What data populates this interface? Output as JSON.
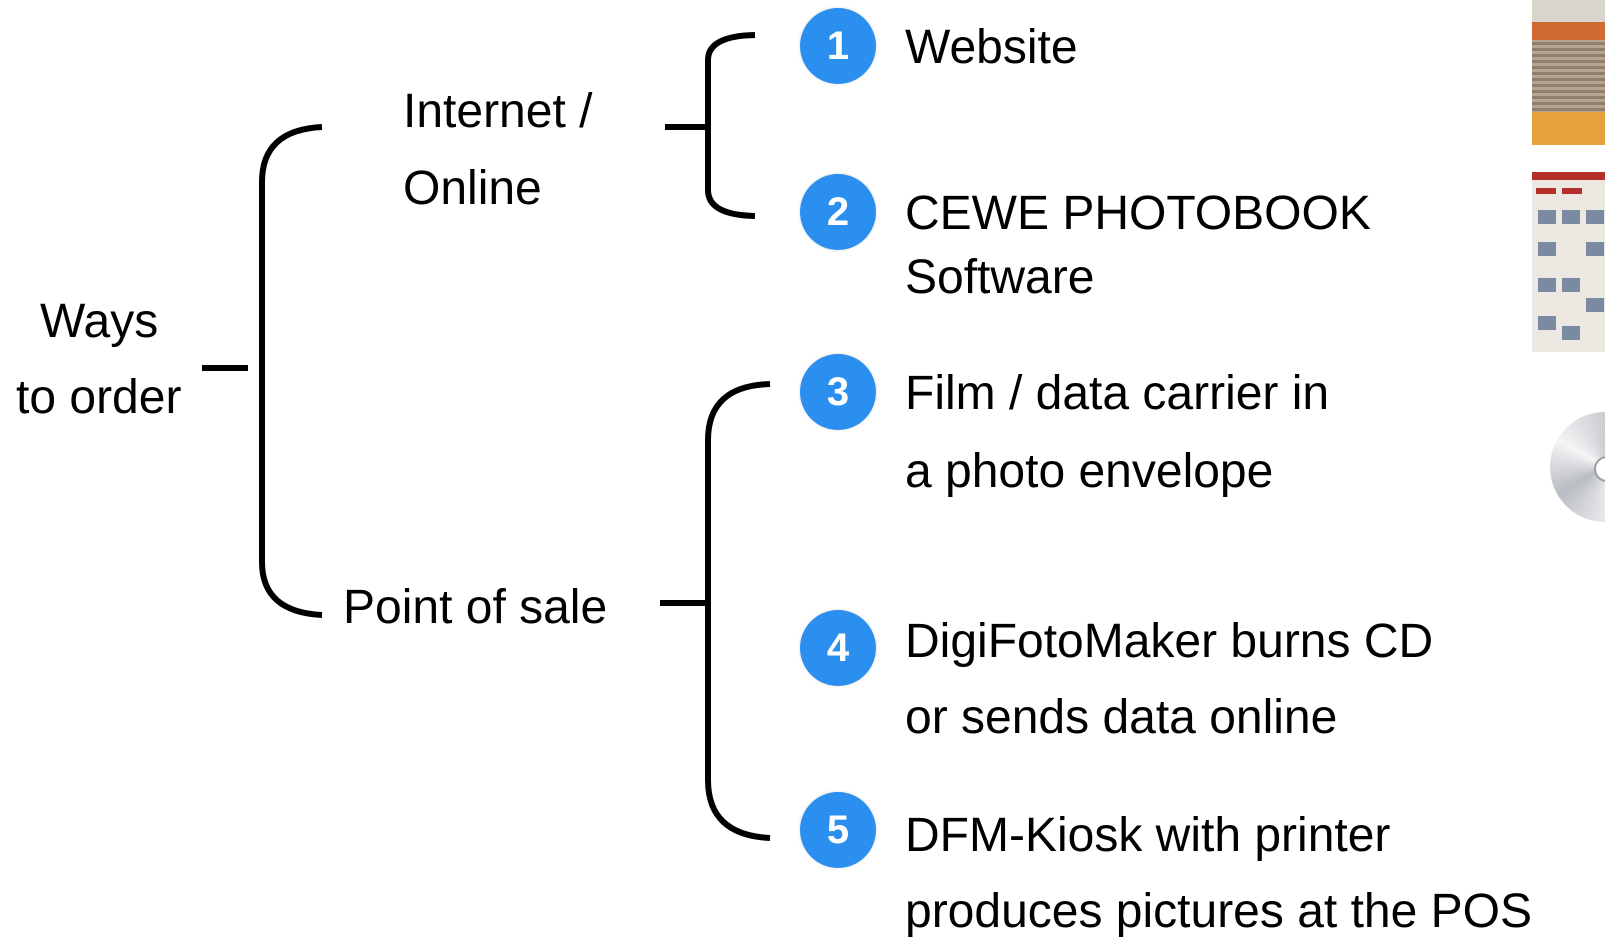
{
  "root": {
    "line1": "Ways",
    "line2": "to order"
  },
  "branches": {
    "online": {
      "line1": "Internet /",
      "line2": "Online"
    },
    "pos": {
      "label": "Point of sale"
    }
  },
  "items": [
    {
      "number": "1",
      "line1": "Website",
      "line2": ""
    },
    {
      "number": "2",
      "line1": "CEWE PHOTOBOOK",
      "line2": "Software"
    },
    {
      "number": "3",
      "line1": "Film / data carrier in",
      "line2": "a photo envelope"
    },
    {
      "number": "4",
      "line1": "DigiFotoMaker burns CD",
      "line2": "or sends data online"
    },
    {
      "number": "5",
      "line1": "DFM-Kiosk with printer",
      "line2": "produces pictures at the POS"
    }
  ],
  "colors": {
    "badge": "#2b8ff0",
    "badge_text": "#ffffff",
    "line": "#000000"
  },
  "icons": [
    "website-screenshot-image",
    "software-screenshot-image",
    "cd-disc-icon"
  ]
}
